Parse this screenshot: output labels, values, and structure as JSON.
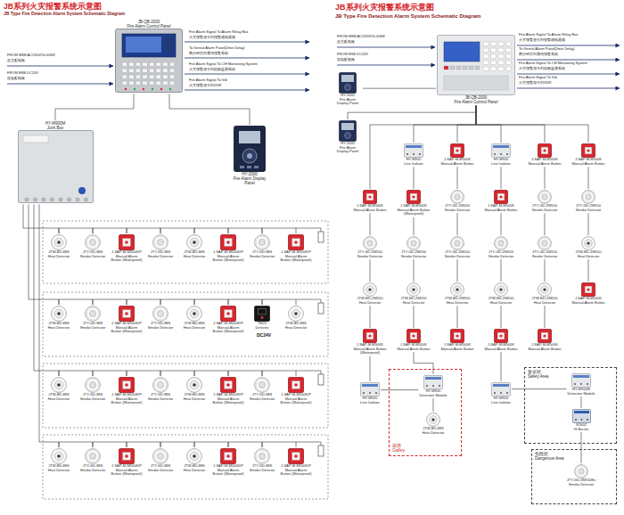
{
  "diagram": {
    "nodes": [
      {
        "text": [
          "JB-QB-2000",
          "Fire Alarm Control Panel"
        ]
      },
      {
        "text": [
          "HY-2000",
          "Fire Alarm Display Panel"
        ]
      },
      {
        "text": [
          "HY-M900M",
          "Joint Box"
        ]
      },
      {
        "text": [
          "JTW-BD-88S",
          "Heat Detector"
        ]
      },
      {
        "text": [
          "JTY-GD-88S",
          "Smoke Detector"
        ]
      },
      {
        "text": [
          "J-SAP-M-M500K/P",
          "Manual Alarm Button (Waterproof)"
        ]
      },
      {
        "text": [
          "JTY-GD-88S",
          "Smoke Detector"
        ]
      },
      {
        "text": [
          "JTW-BD-88S",
          "Heat Detector"
        ]
      },
      {
        "text": [
          "J-SAP-M-M500K/P",
          "Manual Alarm Button (Waterproof)"
        ]
      },
      {
        "text": [
          "JTY-GD-88S",
          "Smoke Detector"
        ]
      },
      {
        "text": [
          "J-SAP-M-M500K/P",
          "Manual Alarm Button (Waterproof)"
        ]
      },
      {
        "text": [
          "JTW-BD-88S",
          "Heat Detector"
        ]
      },
      {
        "text": [
          "JTY-GD-88S",
          "Smoke Detector"
        ]
      },
      {
        "text": [
          "J-SAP-M-M500K/P",
          "Manual Alarm Button (Waterproof)"
        ]
      },
      {
        "text": [
          "JTY-GD-88S",
          "Smoke Detector"
        ]
      },
      {
        "text": [
          "JTW-BD-88S",
          "Heat Detector"
        ]
      },
      {
        "text": [
          "J-SAP-M-M500K/P",
          "Manual Alarm Button (Waterproof)"
        ]
      },
      {
        "text": [
          "TM25",
          "Detector"
        ]
      },
      {
        "text": [
          "JTW-BD-88S",
          "Heat Detector"
        ]
      },
      {
        "text": [
          "JTW-BD-88S",
          "Heat Detector"
        ]
      },
      {
        "text": [
          "JTY-GD-88S",
          "Smoke Detector"
        ]
      },
      {
        "text": [
          "J-SAP-M-M500K/P",
          "Manual Alarm Button (Waterproof)"
        ]
      },
      {
        "text": [
          "JTY-GD-88S",
          "Smoke Detector"
        ]
      },
      {
        "text": [
          "JTW-BD-88S",
          "Heat Detector"
        ]
      },
      {
        "text": [
          "J-SAP-M-M500K/P",
          "Manual Alarm Button (Waterproof)"
        ]
      },
      {
        "text": [
          "JTY-GD-88S",
          "Smoke Detector"
        ]
      },
      {
        "text": [
          "J-SAP-M-M500K/P",
          "Manual Alarm Button (Waterproof)"
        ]
      },
      {
        "text": [
          "JTW-BD-88S",
          "Heat Detector"
        ]
      },
      {
        "text": [
          "JTY-GD-88S",
          "Smoke Detector"
        ]
      },
      {
        "text": [
          "J-SAP-M-M500K/P",
          "Manual Alarm Button (Waterproof)"
        ]
      },
      {
        "text": [
          "JTY-GD-88S",
          "Smoke Detector"
        ]
      },
      {
        "text": [
          "JTW-BD-88S",
          "Heat Detector"
        ]
      },
      {
        "text": [
          "J-SAP-M-M500K/P",
          "Manual Alarm Button (Waterproof)"
        ]
      },
      {
        "text": [
          "JTY-GD-88S",
          "Smoke Detector"
        ]
      },
      {
        "text": [
          "J-SAP-M-M500K/P",
          "Manual Alarm Button (Waterproof)"
        ]
      },
      {
        "text": [
          "JB-QB-2000",
          "Fire Alarm Control Panel"
        ]
      },
      {
        "text": [
          "HY-2000",
          "Fire Alarm Display Panel"
        ]
      },
      {
        "text": [
          "HY-2000",
          "Fire Alarm Display Panel"
        ]
      },
      {
        "text": [
          "J-SAP-M-M500K",
          "Manual Alarm Button"
        ]
      },
      {
        "text": [
          "JTY-GD-ZM550",
          "Smoke Detector"
        ]
      },
      {
        "text": [
          "JTW-BD-ZM550",
          "Heat Detector"
        ]
      },
      {
        "text": [
          "J-SAP-M-M500K",
          "Manual Alarm Button (Waterproof)"
        ]
      },
      {
        "text": [
          "HY-M900",
          "Line Isolator"
        ]
      },
      {
        "text": [
          "HY-M900",
          "Line Isolator"
        ]
      },
      {
        "text": [
          "J-SAP-M-M500K",
          "Manual Alarm Button (Waterproof)"
        ]
      },
      {
        "text": [
          "JTY-GD-ZM550",
          "Smoke Detector"
        ]
      },
      {
        "text": [
          "JTW-BD-ZM550",
          "Heat Detector"
        ]
      },
      {
        "text": [
          "J-SAP-M-M500K",
          "Manual Alarm Button"
        ]
      },
      {
        "text": [
          "厨房",
          "Galley"
        ]
      },
      {
        "text": [
          "HY-M900",
          "Detection Module"
        ],
        "in": 48
      },
      {
        "text": [
          "JTW-BD-88S",
          "Heat Detector"
        ],
        "in": 48
      },
      {
        "text": [
          "J-SAP-M-M500K",
          "Manual Alarm Button"
        ]
      },
      {
        "text": [
          "JTY-GD-ZM550",
          "Smoke Detector"
        ]
      },
      {
        "text": [
          "JTY-GD-ZM550",
          "Smoke Detector"
        ]
      },
      {
        "text": [
          "JTW-BD-ZM550",
          "Heat Detector"
        ]
      },
      {
        "text": [
          "J-SAP-M-M500K",
          "Manual Alarm Button"
        ]
      },
      {
        "text": [
          "HY-M900",
          "Line Isolator"
        ]
      },
      {
        "text": [
          "J-SAP-M-M500K",
          "Manual Alarm Button"
        ]
      },
      {
        "text": [
          "JTY-GD-ZM550",
          "Smoke Detector"
        ]
      },
      {
        "text": [
          "JTW-BD-ZM550",
          "Heat Detector"
        ]
      },
      {
        "text": [
          "J-SAP-M-M500K",
          "Manual Alarm Button"
        ]
      },
      {
        "text": [
          "HY-M900",
          "Line Isolator"
        ]
      },
      {
        "text": [
          "J-SAP-M-M500K",
          "Manual Alarm Button"
        ]
      },
      {
        "text": [
          "JTY-GD-ZM550",
          "Smoke Detector"
        ]
      },
      {
        "text": [
          "JTY-GD-ZM550",
          "Smoke Detector"
        ]
      },
      {
        "text": [
          "JTW-BD-ZM550",
          "Heat Detector"
        ]
      },
      {
        "text": [
          "J-SAP-M-M500K",
          "Manual Alarm Button"
        ]
      },
      {
        "text": [
          "J-SAP-M-M500K",
          "Manual Alarm Button"
        ]
      },
      {
        "text": [
          "JTY-GD-ZM550",
          "Smoke Detector"
        ]
      },
      {
        "text": [
          "JTW-BD-ZM550",
          "Heat Detector"
        ]
      },
      {
        "text": [
          "J-SAP-M-M500K",
          "Manual Alarm Button"
        ]
      },
      {
        "text": [
          "安全区",
          "Safety Area"
        ]
      },
      {
        "text": [
          "HY-M900M",
          "Detection Module"
        ],
        "in": 71
      },
      {
        "text": [
          "S260Z",
          "IS Barrier"
        ],
        "in": 71
      },
      {
        "text": [
          "危险区",
          "Dangerous Area"
        ]
      },
      {
        "text": [
          "JTY-GD-ZM550Ex",
          "Smoke Detector"
        ],
        "in": 74
      }
    ],
    "edges": [
      {
        "from": 0,
        "to": 2,
        "arrow": "none"
      },
      {
        "from": 0,
        "to": 1,
        "arrow": "none"
      },
      {
        "from": 2,
        "to": 3,
        "arrow": "none"
      },
      {
        "from": 2,
        "to": 11,
        "arrow": "none"
      },
      {
        "from": 2,
        "to": 19,
        "arrow": "none"
      },
      {
        "from": 2,
        "to": 27,
        "arrow": "none"
      },
      {
        "from": 3,
        "to": 4,
        "arrow": "none"
      },
      {
        "from": 4,
        "to": 5,
        "arrow": "none"
      },
      {
        "from": 5,
        "to": 6,
        "arrow": "none"
      },
      {
        "from": 6,
        "to": 7,
        "arrow": "none"
      },
      {
        "from": 7,
        "to": 8,
        "arrow": "none"
      },
      {
        "from": 8,
        "to": 9,
        "arrow": "none"
      },
      {
        "from": 9,
        "to": 10,
        "arrow": "none"
      },
      {
        "from": 11,
        "to": 12,
        "arrow": "none"
      },
      {
        "from": 12,
        "to": 13,
        "arrow": "none"
      },
      {
        "from": 13,
        "to": 14,
        "arrow": "none"
      },
      {
        "from": 14,
        "to": 15,
        "arrow": "none"
      },
      {
        "from": 15,
        "to": 16,
        "arrow": "none"
      },
      {
        "from": 16,
        "to": 17,
        "arrow": "none"
      },
      {
        "from": 17,
        "to": 18,
        "arrow": "none"
      },
      {
        "from": 19,
        "to": 20,
        "arrow": "none"
      },
      {
        "from": 20,
        "to": 21,
        "arrow": "none"
      },
      {
        "from": 21,
        "to": 22,
        "arrow": "none"
      },
      {
        "from": 22,
        "to": 23,
        "arrow": "none"
      },
      {
        "from": 23,
        "to": 24,
        "arrow": "none"
      },
      {
        "from": 24,
        "to": 25,
        "arrow": "none"
      },
      {
        "from": 25,
        "to": 26,
        "arrow": "none"
      },
      {
        "from": 27,
        "to": 28,
        "arrow": "none"
      },
      {
        "from": 28,
        "to": 29,
        "arrow": "none"
      },
      {
        "from": 29,
        "to": 30,
        "arrow": "none"
      },
      {
        "from": 30,
        "to": 31,
        "arrow": "none"
      },
      {
        "from": 31,
        "to": 32,
        "arrow": "none"
      },
      {
        "from": 32,
        "to": 33,
        "arrow": "none"
      },
      {
        "from": 33,
        "to": 34,
        "arrow": "none"
      },
      {
        "from": 35,
        "to": 36,
        "arrow": "none"
      },
      {
        "from": 35,
        "to": 37,
        "arrow": "none"
      },
      {
        "from": 35,
        "to": 38,
        "arrow": "none"
      },
      {
        "from": 35,
        "to": 43,
        "arrow": "none"
      },
      {
        "from": 35,
        "to": 51,
        "arrow": "none"
      },
      {
        "from": 35,
        "to": 56,
        "arrow": "none"
      },
      {
        "from": 35,
        "to": 62,
        "arrow": "none"
      },
      {
        "from": 35,
        "to": 67,
        "arrow": "none"
      },
      {
        "from": 38,
        "to": 39,
        "arrow": "none"
      },
      {
        "from": 39,
        "to": 40,
        "arrow": "none"
      },
      {
        "from": 40,
        "to": 41,
        "arrow": "none"
      },
      {
        "from": 41,
        "to": 42,
        "arrow": "none"
      },
      {
        "from": 42,
        "to": 49,
        "arrow": "none"
      },
      {
        "from": 43,
        "to": 44,
        "arrow": "none"
      },
      {
        "from": 44,
        "to": 45,
        "arrow": "none"
      },
      {
        "from": 45,
        "to": 46,
        "arrow": "none"
      },
      {
        "from": 46,
        "to": 47,
        "arrow": "none"
      },
      {
        "from": 47,
        "to": 49,
        "arrow": "none"
      },
      {
        "from": 49,
        "to": 50,
        "arrow": "none"
      },
      {
        "from": 51,
        "to": 52,
        "arrow": "none"
      },
      {
        "from": 52,
        "to": 53,
        "arrow": "none"
      },
      {
        "from": 53,
        "to": 54,
        "arrow": "none"
      },
      {
        "from": 54,
        "to": 55,
        "arrow": "none"
      },
      {
        "from": 56,
        "to": 57,
        "arrow": "none"
      },
      {
        "from": 57,
        "to": 58,
        "arrow": "none"
      },
      {
        "from": 58,
        "to": 59,
        "arrow": "none"
      },
      {
        "from": 59,
        "to": 60,
        "arrow": "none"
      },
      {
        "from": 60,
        "to": 61,
        "arrow": "none"
      },
      {
        "from": 61,
        "to": 72,
        "arrow": "none"
      },
      {
        "from": 72,
        "to": 73,
        "arrow": "none"
      },
      {
        "from": 73,
        "to": 75,
        "arrow": "none"
      },
      {
        "from": 62,
        "to": 63,
        "arrow": "none"
      },
      {
        "from": 63,
        "to": 64,
        "arrow": "none"
      },
      {
        "from": 64,
        "to": 65,
        "arrow": "none"
      },
      {
        "from": 65,
        "to": 66,
        "arrow": "none"
      },
      {
        "from": 67,
        "to": 68,
        "arrow": "none"
      },
      {
        "from": 68,
        "to": 69,
        "arrow": "none"
      },
      {
        "from": 69,
        "to": 70,
        "arrow": "none"
      }
    ],
    "labels": [
      "JB系列火灾报警系统示意图",
      "JB Type Fire Detection Alarm System Schematic Diagram",
      "FROM MSB AC230V/50-60HZ",
      "自主配电板",
      "FROM ESB DC24V",
      "应急配电板",
      "Fire Alarm Signal To Alarm Relay Box",
      "火灾报警信号到报警继电器箱",
      "To Genral Alarm Panel(2min Delay)",
      "两分钟后到通用报警系统",
      "Fire Alarm Signal To CH Monitoring System",
      "火灾报警信号到机舱监测系统",
      "Fire Alarm Signal To Vdr",
      "火灾报警信号到VDR",
      "DC24V",
      "JB系列火灾报警系统示意图",
      "JB Type Fire Detection Alarm System Schematic Diagram",
      "FROM MSB AC230V/50-60HZ",
      "自主配电板",
      "FROM ESB DC24V",
      "应急配电板",
      "Fire Alarm Signal To Alarm Relay Box",
      "火灾报警信号到报警继电器箱",
      "To Genral Alarm Panel(2min Delay)",
      "两分钟后到通用报警系统",
      "Fire Alarm Signal To CH Monitoring System",
      "火灾报警信号到机舱监测系统",
      "Fire Alarm Signal To Vdr",
      "火灾报警信号到VDR"
    ]
  }
}
